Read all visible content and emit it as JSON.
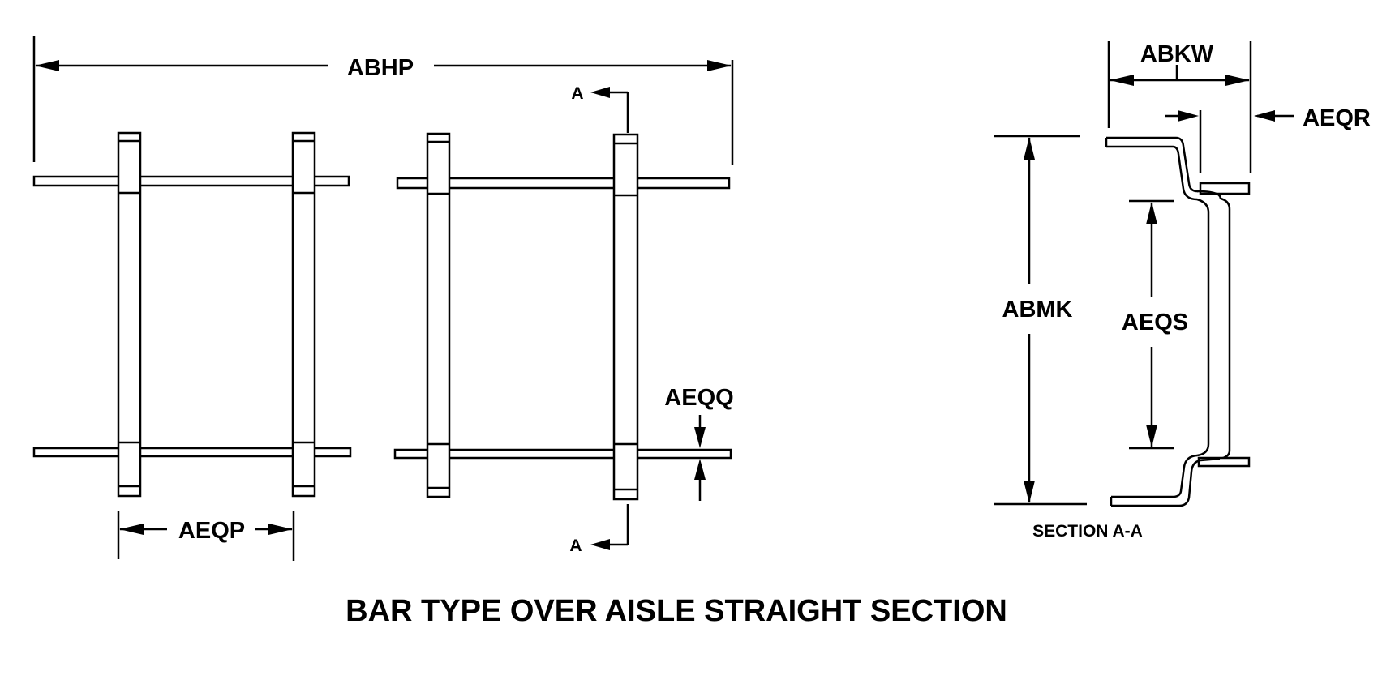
{
  "drawing": {
    "title": "BAR TYPE OVER AISLE STRAIGHT SECTION",
    "section_caption": "SECTION A-A",
    "section_marker": "A",
    "dimensions": {
      "overall_length": "ABHP",
      "bar_spacing": "AEQP",
      "rail_thickness": "AEQQ",
      "section_width": "ABKW",
      "flange_thickness": "AEQR",
      "inner_height": "AEQS",
      "section_height": "ABMK"
    }
  }
}
